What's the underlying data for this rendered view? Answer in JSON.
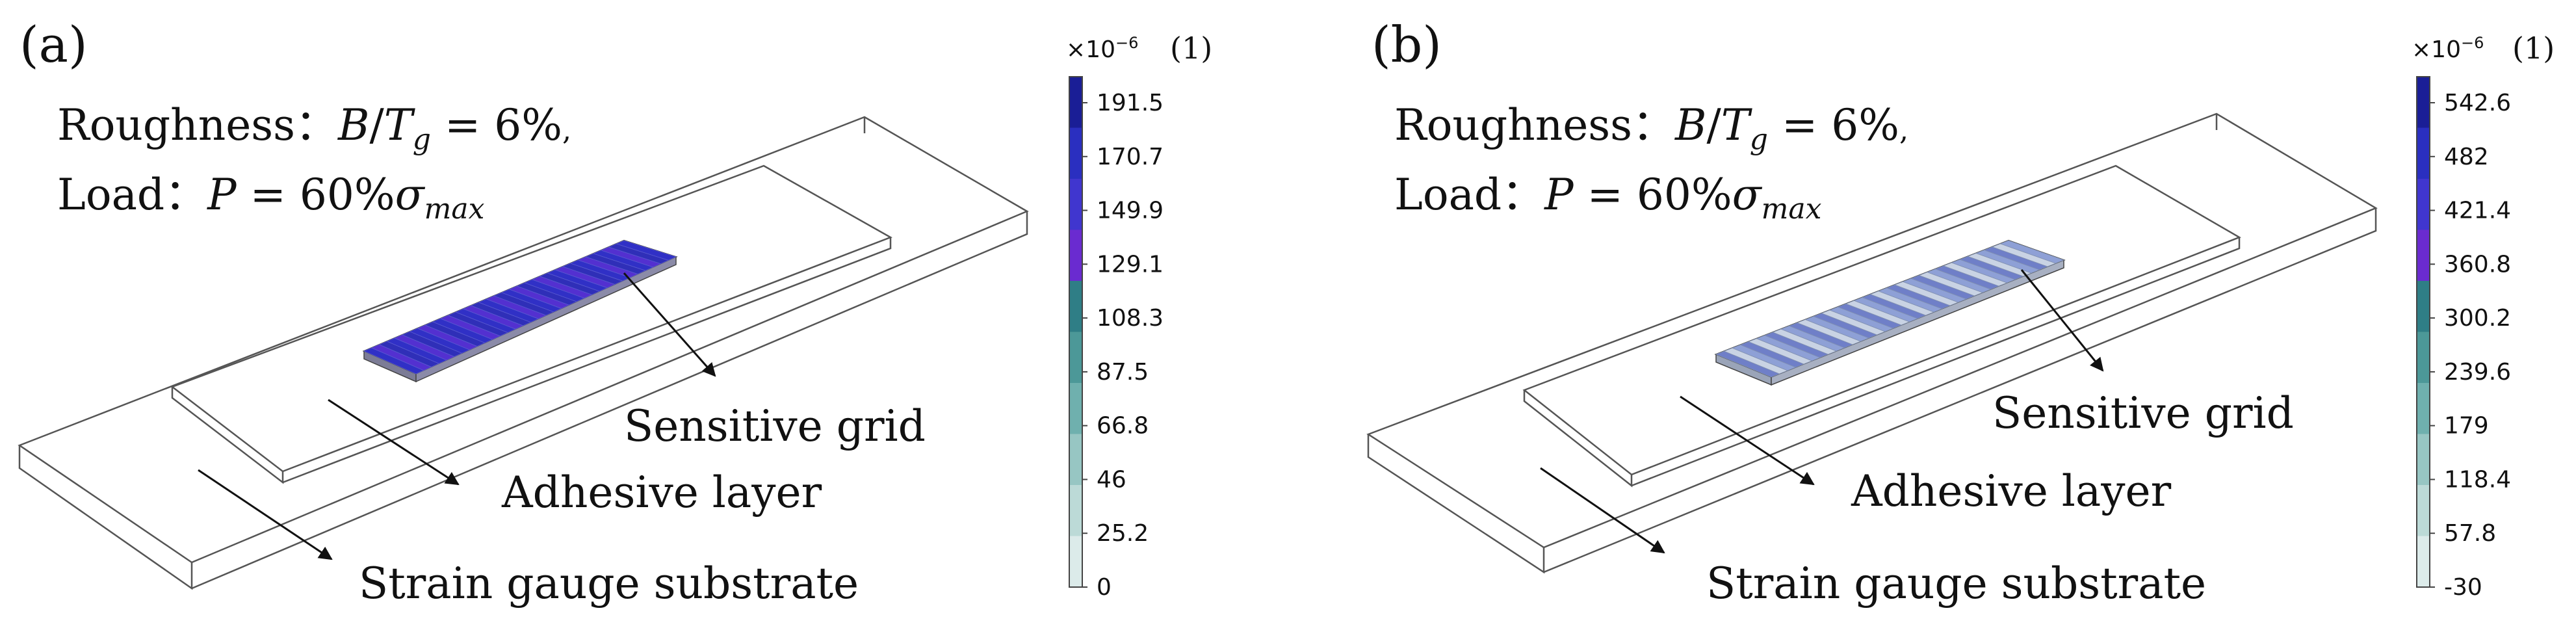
{
  "panels": [
    {
      "panel_label": "(a)",
      "roughness_prefix": "Roughness：",
      "roughness_var": "B",
      "roughness_slash": "/",
      "roughness_T": "T",
      "roughness_sub": "g",
      "roughness_value": " = 6%",
      "roughness_comma": ",",
      "load_prefix": "Load：",
      "load_var": "P",
      "load_value": " = 60%",
      "load_sigma": "σ",
      "load_sub": "max",
      "label_grid": "Sensitive grid",
      "label_adhesive": "Adhesive layer",
      "label_substrate": "Strain gauge substrate",
      "colorbar_exponent_base": "×10",
      "colorbar_exponent": "−6",
      "colorbar_unit": "(1)",
      "colorbar_ticks": [
        "191.5",
        "170.7",
        "149.9",
        "129.1",
        "108.3",
        "87.5",
        "66.8",
        "46",
        "25.2",
        "0"
      ],
      "colorbar_colors": [
        "#1a1e96",
        "#2a2fc0",
        "#4036cf",
        "#6a2bd0",
        "#2f7e86",
        "#4c9898",
        "#6fb0ae",
        "#97c6c3",
        "#bcdad7",
        "#dcebea"
      ],
      "grid_stripe_colors": [
        "#3030c6",
        "#5330d0",
        "#2f2fb8"
      ]
    },
    {
      "panel_label": "(b)",
      "roughness_prefix": "Roughness：",
      "roughness_var": "B",
      "roughness_slash": "/",
      "roughness_T": "T",
      "roughness_sub": "g",
      "roughness_value": " = 6%",
      "roughness_comma": ",",
      "load_prefix": "Load：",
      "load_var": "P",
      "load_value": " = 60%",
      "load_sigma": "σ",
      "load_sub": "max",
      "label_grid": "Sensitive grid",
      "label_adhesive": "Adhesive layer",
      "label_substrate": "Strain gauge substrate",
      "colorbar_exponent_base": "×10",
      "colorbar_exponent": "−6",
      "colorbar_unit": "(1)",
      "colorbar_ticks": [
        "542.6",
        "482",
        "421.4",
        "360.8",
        "300.2",
        "239.6",
        "179",
        "118.4",
        "57.8",
        "-30"
      ],
      "colorbar_colors": [
        "#1a1e96",
        "#2a2fc0",
        "#4036cf",
        "#6a2bd0",
        "#2f7e86",
        "#4c9898",
        "#6fb0ae",
        "#97c6c3",
        "#bcdad7",
        "#dcebea"
      ],
      "grid_stripe_colors": [
        "#6f7fc8",
        "#c9d3e4",
        "#8ea0d6"
      ]
    }
  ]
}
